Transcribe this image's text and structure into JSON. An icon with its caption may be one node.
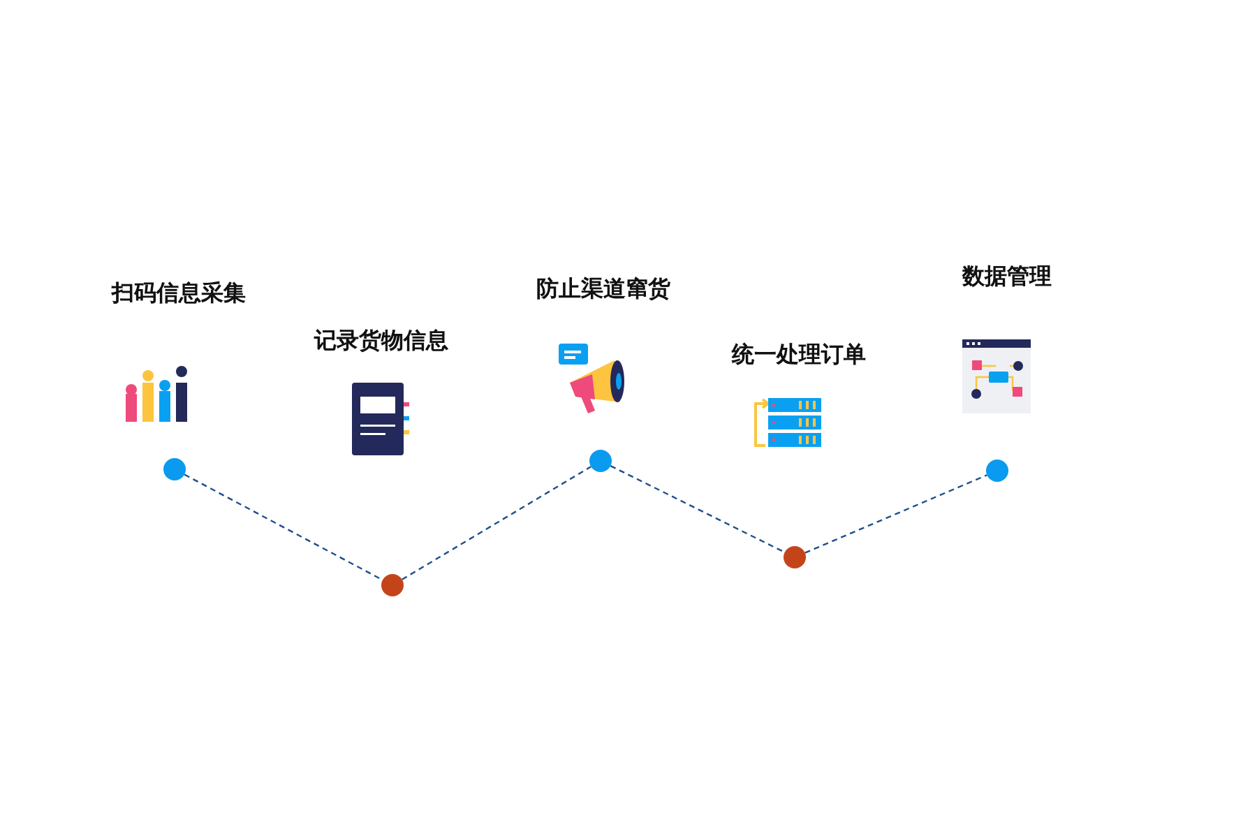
{
  "diagram": {
    "nodes": [
      {
        "text": [],
        "shape": "circle"
      },
      {
        "text": [],
        "shape": "circle"
      },
      {
        "text": [],
        "shape": "circle"
      },
      {
        "text": [],
        "shape": "circle"
      },
      {
        "text": [],
        "shape": "circle"
      }
    ],
    "edges": [
      {
        "from": 0,
        "to": 1,
        "arrow": "none",
        "style": "dashed"
      },
      {
        "from": 1,
        "to": 2,
        "arrow": "none",
        "style": "dashed"
      },
      {
        "from": 2,
        "to": 3,
        "arrow": "none",
        "style": "dashed"
      },
      {
        "from": 3,
        "to": 4,
        "arrow": "none",
        "style": "dashed"
      }
    ],
    "labels": [
      "扫码信息采集",
      "记录货物信息",
      "防止渠道窜货",
      "统一处理订单",
      "数据管理"
    ]
  }
}
